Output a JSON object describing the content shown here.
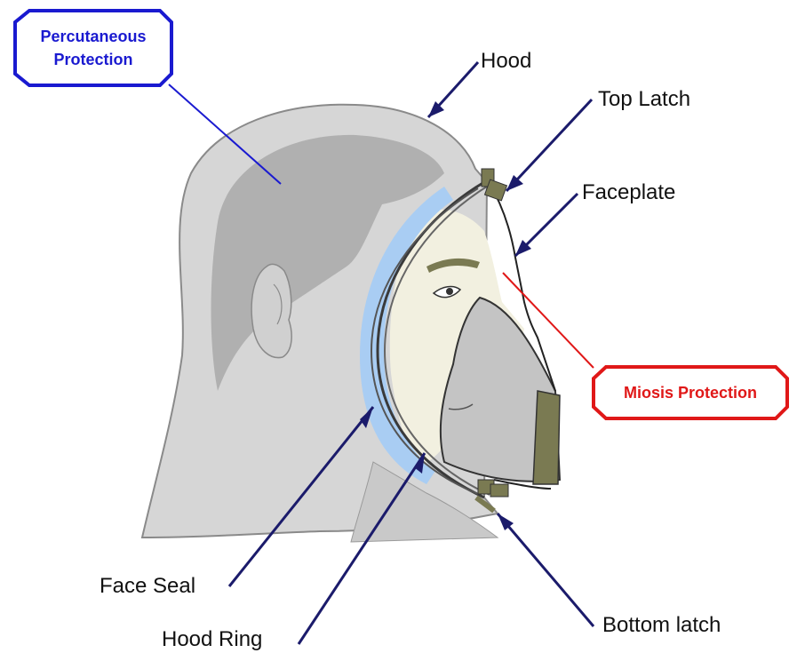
{
  "labels": {
    "hood": "Hood",
    "top_latch": "Top Latch",
    "faceplate": "Faceplate",
    "face_seal": "Face Seal",
    "hood_ring": "Hood Ring",
    "bottom_latch": "Bottom latch"
  },
  "callouts": {
    "percutaneous": {
      "line1": "Percutaneous",
      "line2": "Protection",
      "color": "#1a1ad0"
    },
    "miosis": {
      "text": "Miosis Protection",
      "color": "#e01818"
    }
  },
  "colors": {
    "leader_line": "#1b1b6b",
    "hood": "#d6d6d6",
    "hair": "#b0b0b0",
    "skin": "#f2f0e0",
    "face_seal": "#a9cdf3",
    "latch": "#7a7a52"
  }
}
